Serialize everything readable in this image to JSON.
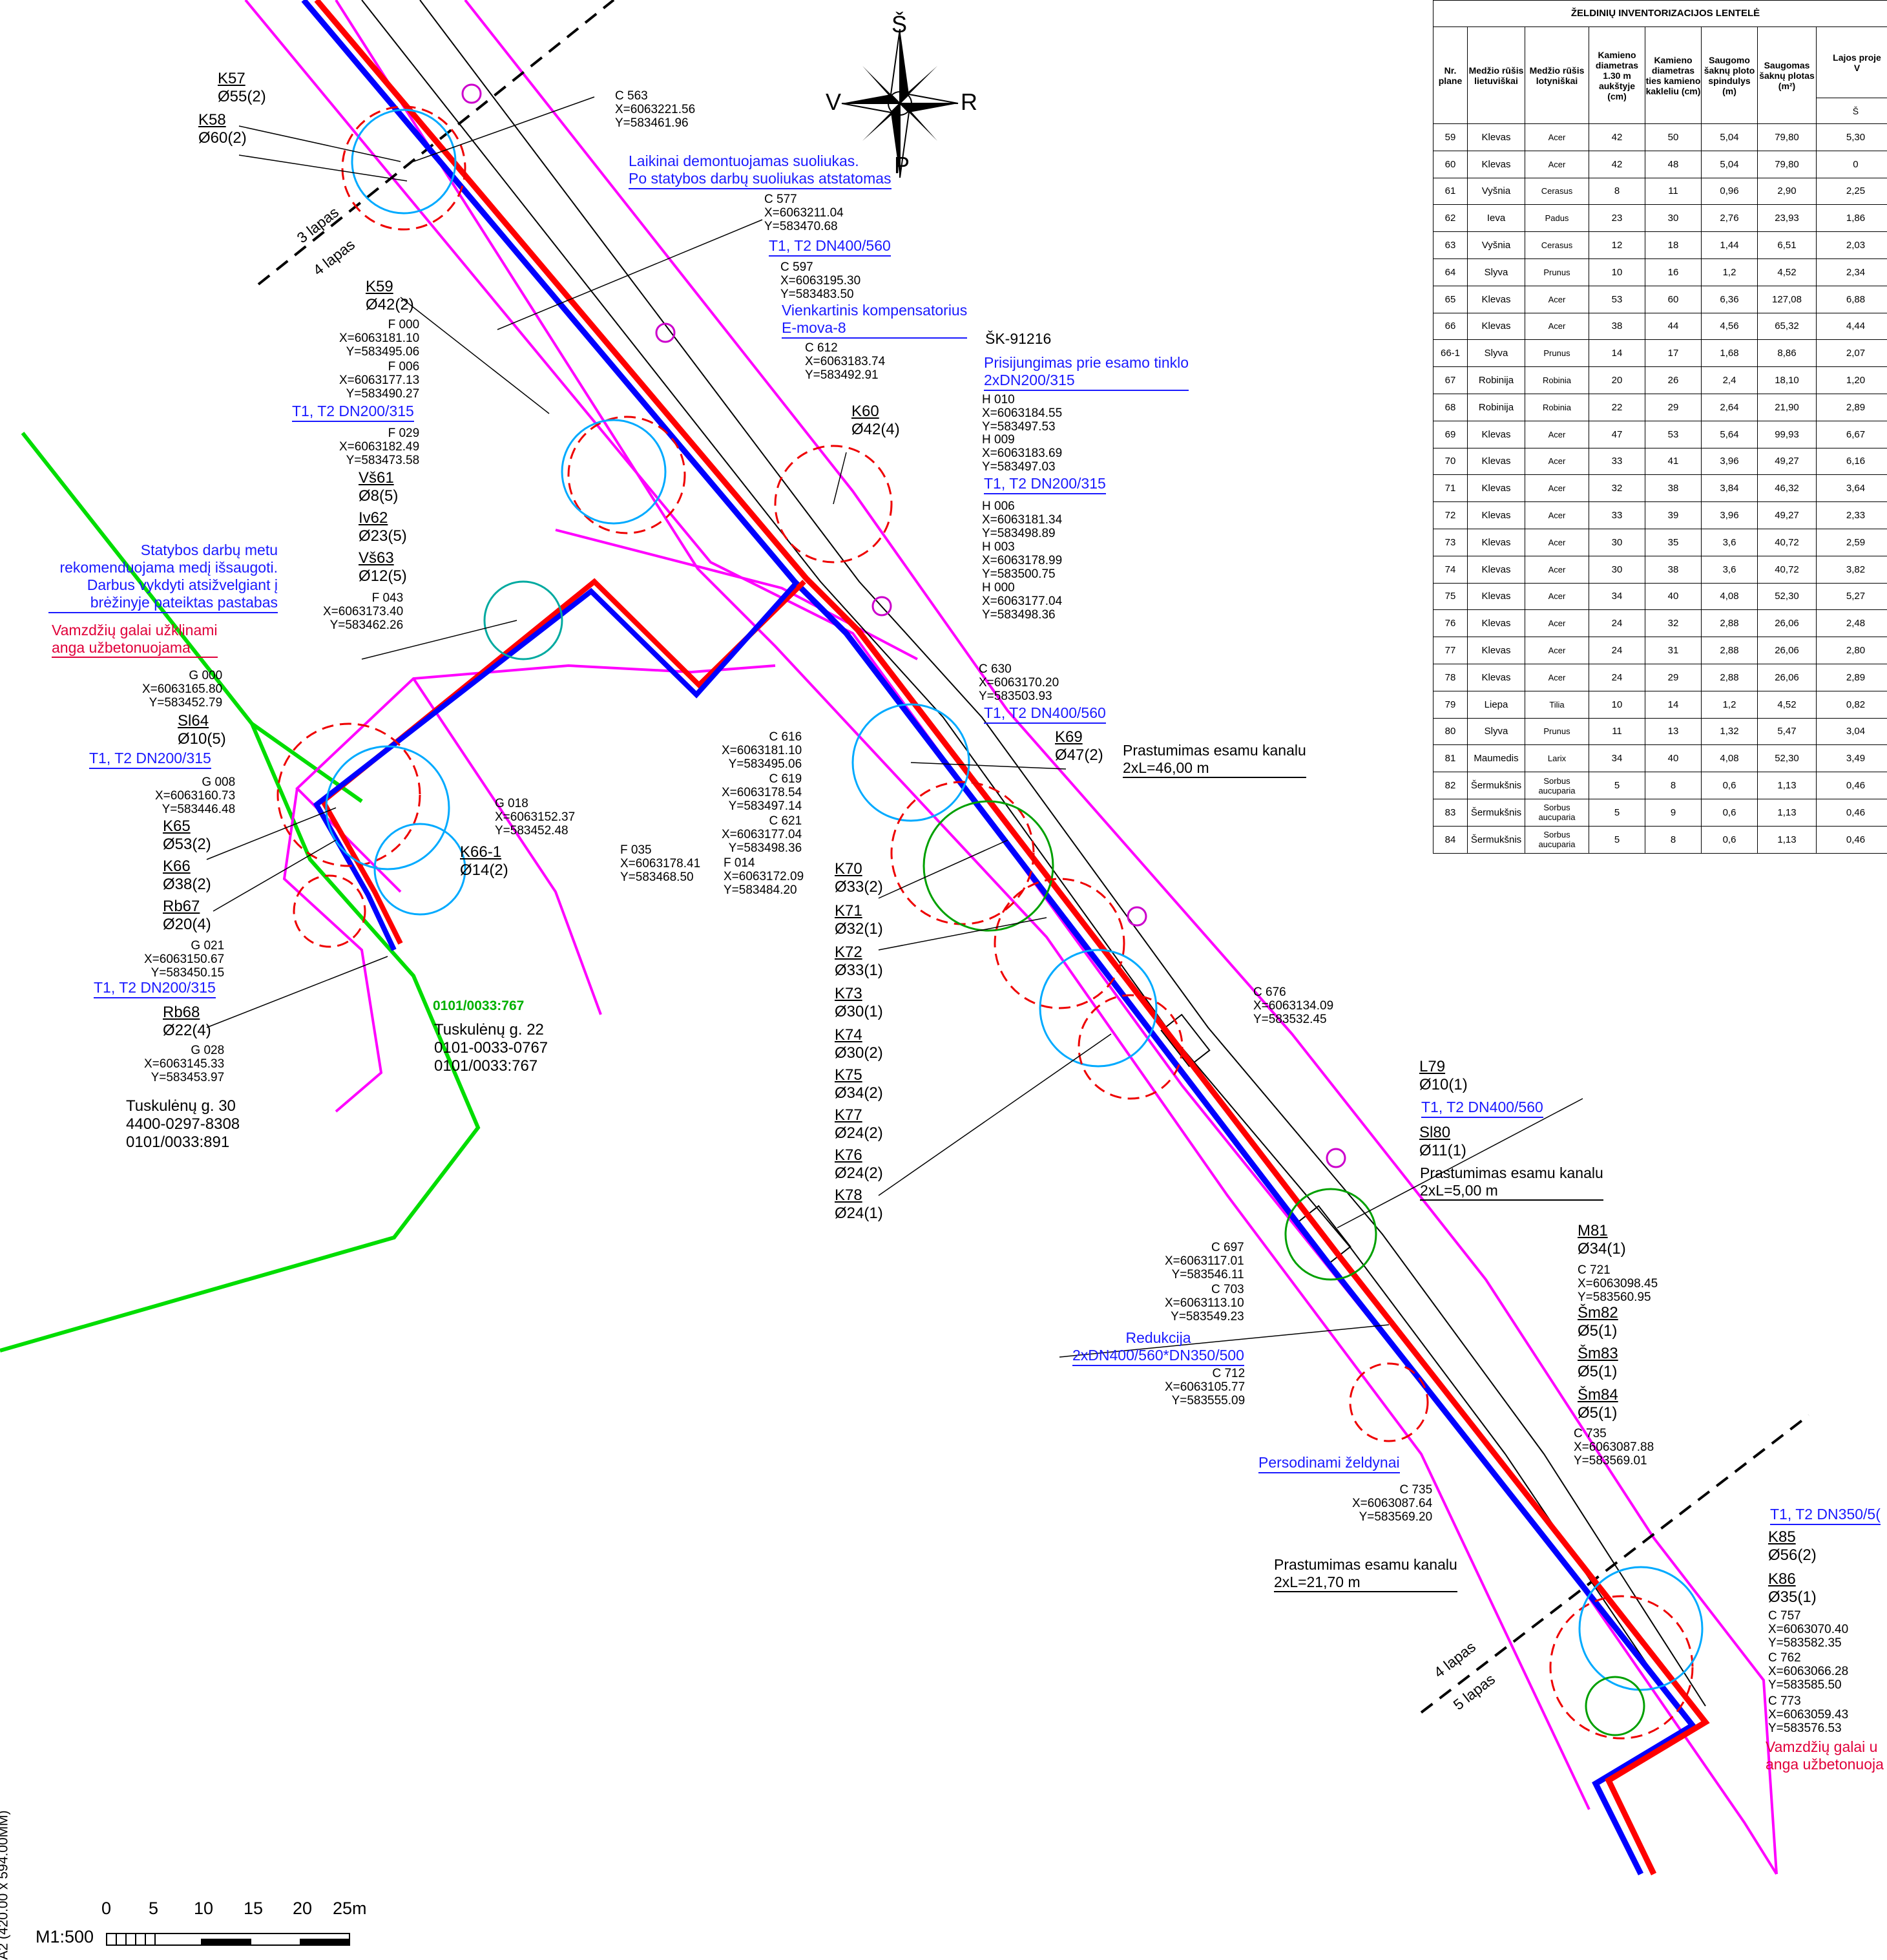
{
  "compass": {
    "n": "Š",
    "e": "R",
    "s": "P",
    "w": "V"
  },
  "sheet_labels": {
    "top_left_upper": "3 lapas",
    "top_left_lower": "4 lapas",
    "bottom_upper": "4 lapas",
    "bottom_lower": "5 lapas"
  },
  "trees": [
    {
      "id": "K57",
      "d": "Ø55(2)"
    },
    {
      "id": "K58",
      "d": "Ø60(2)"
    },
    {
      "id": "K59",
      "d": "Ø42(2)"
    },
    {
      "id": "K60",
      "d": "Ø42(4)"
    },
    {
      "id": "Vš61",
      "d": "Ø8(5)"
    },
    {
      "id": "Iv62",
      "d": "Ø23(5)"
    },
    {
      "id": "Vš63",
      "d": "Ø12(5)"
    },
    {
      "id": "Sl64",
      "d": "Ø10(5)"
    },
    {
      "id": "K65",
      "d": "Ø53(2)"
    },
    {
      "id": "K66",
      "d": "Ø38(2)"
    },
    {
      "id": "K66-1",
      "d": "Ø14(2)"
    },
    {
      "id": "Rb67",
      "d": "Ø20(4)"
    },
    {
      "id": "Rb68",
      "d": "Ø22(4)"
    },
    {
      "id": "K69",
      "d": "Ø47(2)"
    },
    {
      "id": "K70",
      "d": "Ø33(2)"
    },
    {
      "id": "K71",
      "d": "Ø32(1)"
    },
    {
      "id": "K72",
      "d": "Ø33(1)"
    },
    {
      "id": "K73",
      "d": "Ø30(1)"
    },
    {
      "id": "K74",
      "d": "Ø30(2)"
    },
    {
      "id": "K75",
      "d": "Ø34(2)"
    },
    {
      "id": "K77",
      "d": "Ø24(2)"
    },
    {
      "id": "K76",
      "d": "Ø24(2)"
    },
    {
      "id": "K78",
      "d": "Ø24(1)"
    },
    {
      "id": "L79",
      "d": "Ø10(1)"
    },
    {
      "id": "Sl80",
      "d": "Ø11(1)"
    },
    {
      "id": "M81",
      "d": "Ø34(1)"
    },
    {
      "id": "Šm82",
      "d": "Ø5(1)"
    },
    {
      "id": "Šm83",
      "d": "Ø5(1)"
    },
    {
      "id": "Šm84",
      "d": "Ø5(1)"
    },
    {
      "id": "K85",
      "d": "Ø56(2)"
    },
    {
      "id": "K86",
      "d": "Ø35(1)"
    }
  ],
  "points": [
    {
      "n": "C 563",
      "x": "X=6063221.56",
      "y": "Y=583461.96"
    },
    {
      "n": "C 577",
      "x": "X=6063211.04",
      "y": "Y=583470.68"
    },
    {
      "n": "C 597",
      "x": "X=6063195.30",
      "y": "Y=583483.50"
    },
    {
      "n": "C 612",
      "x": "X=6063183.74",
      "y": "Y=583492.91"
    },
    {
      "n": "F 000",
      "x": "X=6063181.10",
      "y": "Y=583495.06"
    },
    {
      "n": "F 006",
      "x": "X=6063177.13",
      "y": "Y=583490.27"
    },
    {
      "n": "F 029",
      "x": "X=6063182.49",
      "y": "Y=583473.58"
    },
    {
      "n": "F 043",
      "x": "X=6063173.40",
      "y": "Y=583462.26"
    },
    {
      "n": "G 000",
      "x": "X=6063165.80",
      "y": "Y=583452.79"
    },
    {
      "n": "G 008",
      "x": "X=6063160.73",
      "y": "Y=583446.48"
    },
    {
      "n": "G 018",
      "x": "X=6063152.37",
      "y": "Y=583452.48"
    },
    {
      "n": "G 021",
      "x": "X=6063150.67",
      "y": "Y=583450.15"
    },
    {
      "n": "G 028",
      "x": "X=6063145.33",
      "y": "Y=583453.97"
    },
    {
      "n": "H 010",
      "x": "X=6063184.55",
      "y": "Y=583497.53"
    },
    {
      "n": "H 009",
      "x": "X=6063183.69",
      "y": "Y=583497.03"
    },
    {
      "n": "H 006",
      "x": "X=6063181.34",
      "y": "Y=583498.89"
    },
    {
      "n": "H 003",
      "x": "X=6063178.99",
      "y": "Y=583500.75"
    },
    {
      "n": "H 000",
      "x": "X=6063177.04",
      "y": "Y=583498.36"
    },
    {
      "n": "C 630",
      "x": "X=6063170.20",
      "y": "Y=583503.93"
    },
    {
      "n": "C 616",
      "x": "X=6063181.10",
      "y": "Y=583495.06"
    },
    {
      "n": "C 619",
      "x": "X=6063178.54",
      "y": "Y=583497.14"
    },
    {
      "n": "C 621",
      "x": "X=6063177.04",
      "y": "Y=583498.36"
    },
    {
      "n": "F 035",
      "x": "X=6063178.41",
      "y": "Y=583468.50"
    },
    {
      "n": "F 014",
      "x": "X=6063172.09",
      "y": "Y=583484.20"
    },
    {
      "n": "C 676",
      "x": "X=6063134.09",
      "y": "Y=583532.45"
    },
    {
      "n": "C 697",
      "x": "X=6063117.01",
      "y": "Y=583546.11"
    },
    {
      "n": "C 703",
      "x": "X=6063113.10",
      "y": "Y=583549.23"
    },
    {
      "n": "C 712",
      "x": "X=6063105.77",
      "y": "Y=583555.09"
    },
    {
      "n": "C 721",
      "x": "X=6063098.45",
      "y": "Y=583560.95"
    },
    {
      "n": "C 735",
      "x": "X=6063087.88",
      "y": "Y=583569.01"
    },
    {
      "n": "C 735",
      "x": "X=6063087.64",
      "y": "Y=583569.20"
    },
    {
      "n": "C 757",
      "x": "X=6063070.40",
      "y": "Y=583582.35"
    },
    {
      "n": "C 762",
      "x": "X=6063066.28",
      "y": "Y=583585.50"
    },
    {
      "n": "C 773",
      "x": "X=6063059.43",
      "y": "Y=583576.53"
    }
  ],
  "notes": {
    "bench": "Laikinai demontuojamas suoliukas.",
    "bench2": "Po statybos darbų suoliukas atstatomas",
    "t1t2_400_560_a": "T1, T2 DN400/560",
    "compensator": "Vienkartinis kompensatorius",
    "compensator2": "E-mova-8",
    "sk": "ŠK-91216",
    "connect": "Prisijungimas prie esamo tinklo",
    "connect2": "2xDN200/315",
    "t1t2_200_315_a": "T1, T2 DN200/315",
    "t1t2_200_315_b": "T1, T2 DN200/315",
    "t1t2_200_315_c": "T1, T2 DN200/315",
    "t1t2_200_315_d": "T1, T2 DN200/315",
    "t1t2_400_560_b": "T1, T2 DN400/560",
    "t1t2_400_560_c": "T1, T2 DN400/560",
    "t1t2_350": "T1, T2 DN350/5(",
    "save1": "Statybos darbų metu",
    "save2": "rekomenduojama medį išsaugoti.",
    "save3": "Darbus vykdyti atsižvelgiant į",
    "save4": "brėžinyje pateiktas pastabas",
    "ends1": "Vamzdžių galai užklinami",
    "ends2": "anga užbetonuojama",
    "ends_r1": "Vamzdžių galai u",
    "ends_r2": "anga užbetonuoja",
    "push1": "Prastumimas esamu kanalu",
    "push1b": "2xL=46,00 m",
    "push2": "Prastumimas esamu kanalu",
    "push2b": "2xL=5,00 m",
    "push3": "Prastumimas esamu kanalu",
    "push3b": "2xL=21,70 m",
    "reduction": "Redukcija",
    "reduction2": "2xDN400/560*DN350/500",
    "replant": "Persodinami želdynai",
    "parcel_code": "0101/0033:767"
  },
  "addresses": [
    {
      "l1": "Tuskulėnų g. 22",
      "l2": "0101-0033-0767",
      "l3": "0101/0033:767"
    },
    {
      "l1": "Tuskulėnų g. 30",
      "l2": "4400-0297-8308",
      "l3": "0101/0033:891"
    }
  ],
  "table": {
    "caption": "ŽELDINIŲ INVENTORIZACIJOS LENTELĖ",
    "headers": [
      "Nr. plane",
      "Medžio rūšis lietuviškai",
      "Medžio rūšis lotyniškai",
      "Kamieno diametras 1.30 m aukštyje (cm)",
      "Kamieno diametras ties kamieno kakleliu (cm)",
      "Saugomo šaknų ploto spindulys (m)",
      "Saugomas šaknų plotas (m²)",
      "Lajos proje",
      "V"
    ],
    "sub_header": "Š",
    "rows": [
      [
        "59",
        "Klevas",
        "Acer",
        "42",
        "50",
        "5,04",
        "79,80",
        "5,30"
      ],
      [
        "60",
        "Klevas",
        "Acer",
        "42",
        "48",
        "5,04",
        "79,80",
        "0"
      ],
      [
        "61",
        "Vyšnia",
        "Cerasus",
        "8",
        "11",
        "0,96",
        "2,90",
        "2,25"
      ],
      [
        "62",
        "Ieva",
        "Padus",
        "23",
        "30",
        "2,76",
        "23,93",
        "1,86"
      ],
      [
        "63",
        "Vyšnia",
        "Cerasus",
        "12",
        "18",
        "1,44",
        "6,51",
        "2,03"
      ],
      [
        "64",
        "Slyva",
        "Prunus",
        "10",
        "16",
        "1,2",
        "4,52",
        "2,34"
      ],
      [
        "65",
        "Klevas",
        "Acer",
        "53",
        "60",
        "6,36",
        "127,08",
        "6,88"
      ],
      [
        "66",
        "Klevas",
        "Acer",
        "38",
        "44",
        "4,56",
        "65,32",
        "4,44"
      ],
      [
        "66-1",
        "Slyva",
        "Prunus",
        "14",
        "17",
        "1,68",
        "8,86",
        "2,07"
      ],
      [
        "67",
        "Robinija",
        "Robinia",
        "20",
        "26",
        "2,4",
        "18,10",
        "1,20"
      ],
      [
        "68",
        "Robinija",
        "Robinia",
        "22",
        "29",
        "2,64",
        "21,90",
        "2,89"
      ],
      [
        "69",
        "Klevas",
        "Acer",
        "47",
        "53",
        "5,64",
        "99,93",
        "6,67"
      ],
      [
        "70",
        "Klevas",
        "Acer",
        "33",
        "41",
        "3,96",
        "49,27",
        "6,16"
      ],
      [
        "71",
        "Klevas",
        "Acer",
        "32",
        "38",
        "3,84",
        "46,32",
        "3,64"
      ],
      [
        "72",
        "Klevas",
        "Acer",
        "33",
        "39",
        "3,96",
        "49,27",
        "2,33"
      ],
      [
        "73",
        "Klevas",
        "Acer",
        "30",
        "35",
        "3,6",
        "40,72",
        "2,59"
      ],
      [
        "74",
        "Klevas",
        "Acer",
        "30",
        "38",
        "3,6",
        "40,72",
        "3,82"
      ],
      [
        "75",
        "Klevas",
        "Acer",
        "34",
        "40",
        "4,08",
        "52,30",
        "5,27"
      ],
      [
        "76",
        "Klevas",
        "Acer",
        "24",
        "32",
        "2,88",
        "26,06",
        "2,48"
      ],
      [
        "77",
        "Klevas",
        "Acer",
        "24",
        "31",
        "2,88",
        "26,06",
        "2,80"
      ],
      [
        "78",
        "Klevas",
        "Acer",
        "24",
        "29",
        "2,88",
        "26,06",
        "2,89"
      ],
      [
        "79",
        "Liepa",
        "Tilia",
        "10",
        "14",
        "1,2",
        "4,52",
        "0,82"
      ],
      [
        "80",
        "Slyva",
        "Prunus",
        "11",
        "13",
        "1,32",
        "5,47",
        "3,04"
      ],
      [
        "81",
        "Maumedis",
        "Larix",
        "34",
        "40",
        "4,08",
        "52,30",
        "3,49"
      ],
      [
        "82",
        "Šermukšnis",
        "Sorbus aucuparia",
        "5",
        "8",
        "0,6",
        "1,13",
        "0,46"
      ],
      [
        "83",
        "Šermukšnis",
        "Sorbus aucuparia",
        "5",
        "9",
        "0,6",
        "1,13",
        "0,46"
      ],
      [
        "84",
        "Šermukšnis",
        "Sorbus aucuparia",
        "5",
        "8",
        "0,6",
        "1,13",
        "0,46"
      ]
    ]
  },
  "scale": {
    "label": "M1:500",
    "ticks": [
      "0",
      "5",
      "10",
      "15",
      "20",
      "25m"
    ],
    "sheet": "A2 (420.00 x 594.00MM)"
  },
  "colors": {
    "supply": "#ff0000",
    "return": "#0000ff",
    "boundary": "#ff00ff",
    "green_line": "#00e000",
    "label_blue": "#1a1aff",
    "label_red": "#e0003a"
  }
}
